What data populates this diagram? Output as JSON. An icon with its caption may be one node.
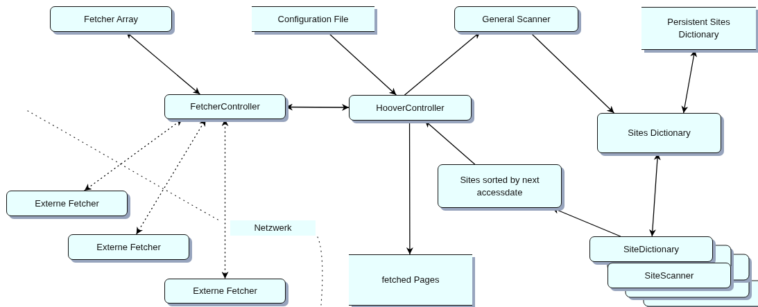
{
  "diagram": {
    "nodes": [
      {
        "text": [
          "Fetcher Array"
        ]
      },
      {
        "text": [
          "Configuration File"
        ]
      },
      {
        "text": [
          "General Scanner"
        ]
      },
      {
        "text": [
          "Persistent Sites Dictionary"
        ]
      },
      {
        "text": [
          "FetcherController"
        ]
      },
      {
        "text": [
          "HooverController"
        ]
      },
      {
        "text": [
          "Sites Dictionary"
        ]
      },
      {
        "text": [
          "Sites sorted by next accessdate"
        ]
      },
      {
        "text": [
          "Externe Fetcher"
        ]
      },
      {
        "text": [
          "Externe Fetcher"
        ]
      },
      {
        "text": [
          "Netzwerk"
        ]
      },
      {
        "text": [
          "Externe Fetcher"
        ]
      },
      {
        "text": [
          "fetched Pages"
        ]
      },
      {
        "text": [
          "SiteDictionary"
        ]
      },
      {
        "text": [
          "SiteScanner"
        ]
      }
    ],
    "edges": [
      {
        "from": 0,
        "to": 4,
        "arrow": "both"
      },
      {
        "from": 1,
        "to": 5,
        "arrow": "to"
      },
      {
        "from": 4,
        "to": 5,
        "arrow": "both"
      },
      {
        "from": 5,
        "to": 2,
        "arrow": "to"
      },
      {
        "from": 2,
        "to": 6,
        "arrow": "to"
      },
      {
        "from": 3,
        "to": 6,
        "arrow": "both"
      },
      {
        "from": 4,
        "to": 8,
        "arrow": "both",
        "style": "dashed"
      },
      {
        "from": 4,
        "to": 9,
        "arrow": "both",
        "style": "dashed"
      },
      {
        "from": 4,
        "to": 11,
        "arrow": "both",
        "style": "dashed"
      },
      {
        "from": 5,
        "to": 12,
        "arrow": "to"
      },
      {
        "from": 7,
        "to": 5,
        "arrow": "to"
      },
      {
        "from": 13,
        "to": 7,
        "arrow": "to"
      },
      {
        "from": 6,
        "to": 13,
        "arrow": "both"
      }
    ]
  }
}
